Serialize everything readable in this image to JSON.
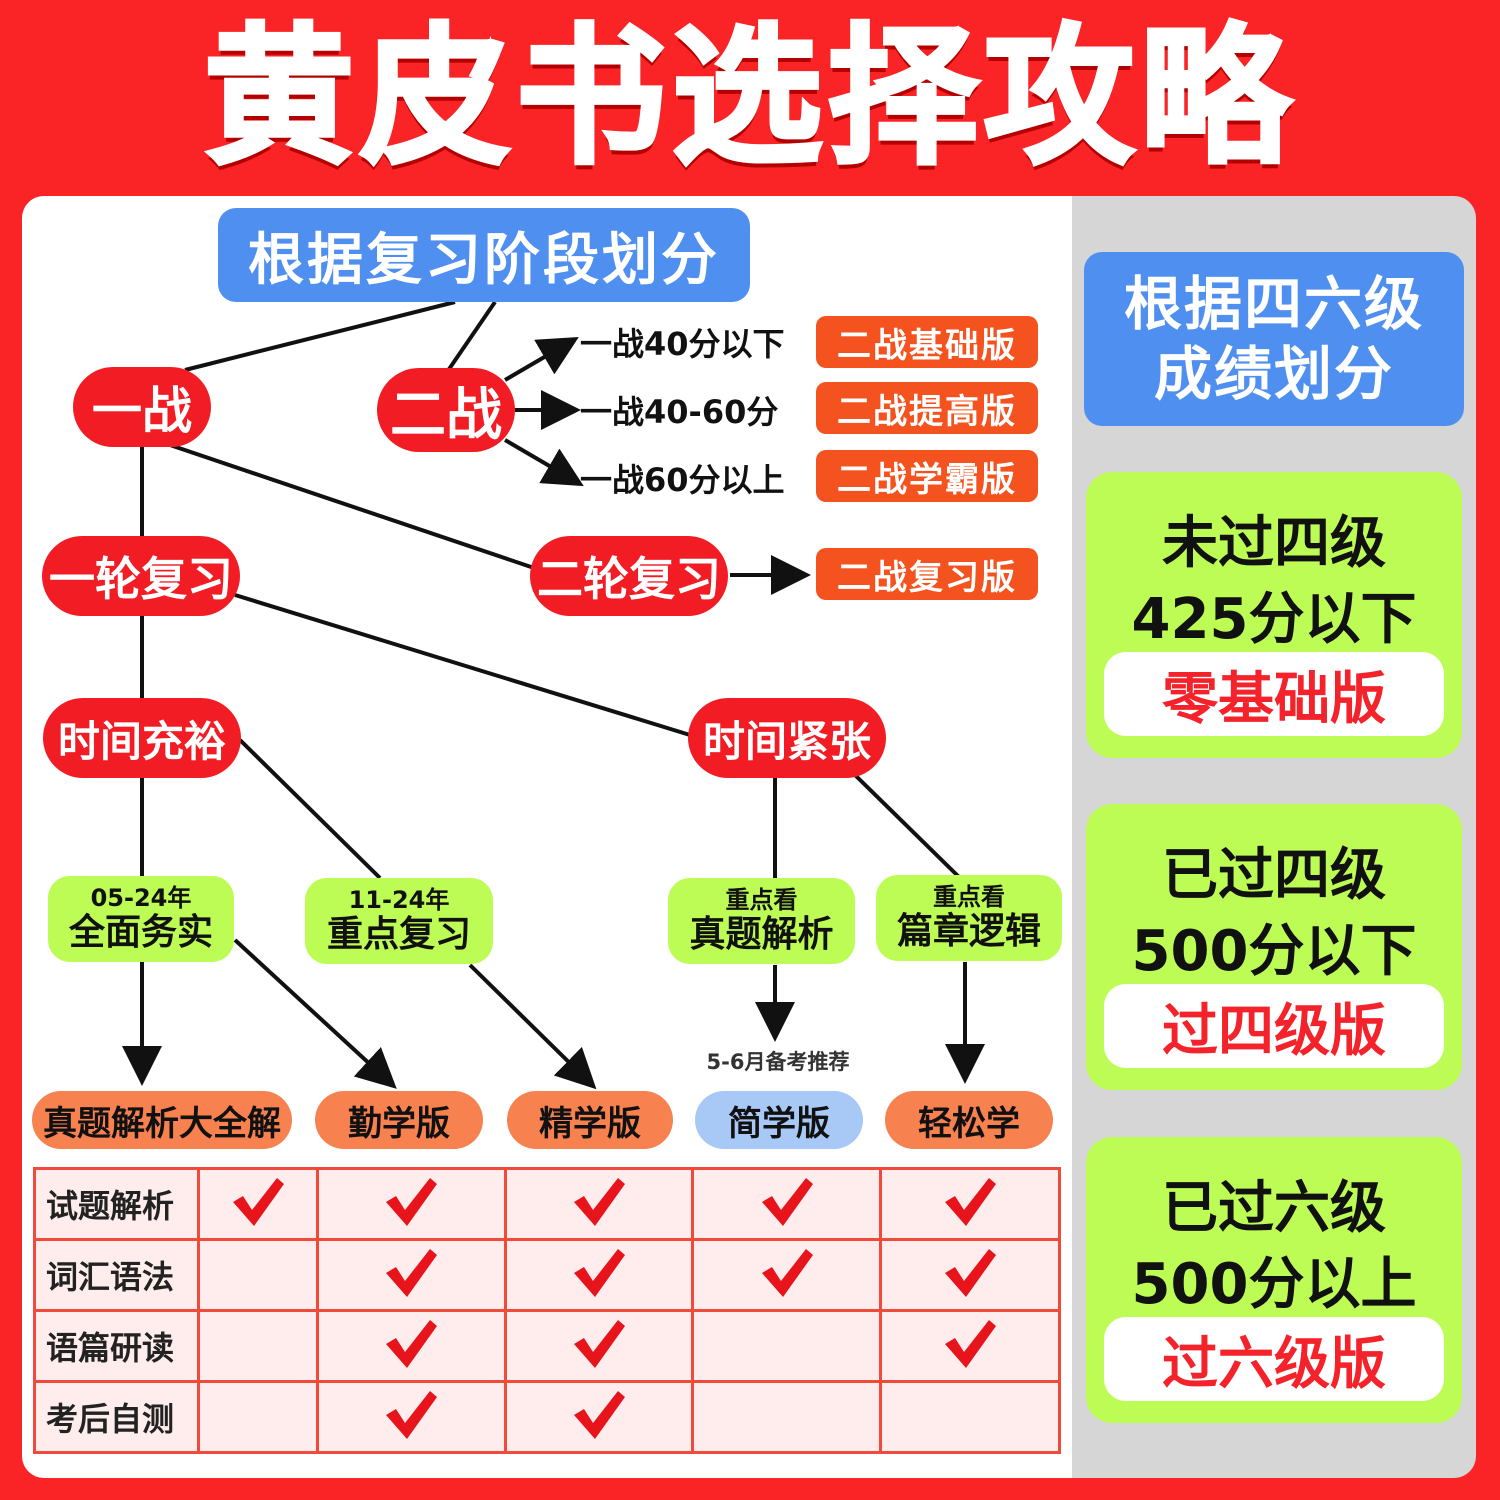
{
  "title": "黄皮书选择攻略",
  "left": {
    "header": "根据复习阶段划分",
    "nodes": {
      "first_attempt": "一战",
      "second_attempt": "二战",
      "first_round": "一轮复习",
      "second_round": "二轮复习",
      "ample_time": "时间充裕",
      "tight_time": "时间紧张"
    },
    "second_attempt_branches": [
      {
        "condition": "一战40分以下",
        "edition": "二战基础版"
      },
      {
        "condition": "一战40-60分",
        "edition": "二战提高版"
      },
      {
        "condition": "一战60分以上",
        "edition": "二战学霸版"
      }
    ],
    "second_round_edition": "二战复习版",
    "study_modes": [
      {
        "small": "05-24年",
        "big": "全面务实"
      },
      {
        "small": "11-24年",
        "big": "重点复习"
      },
      {
        "small": "重点看",
        "big": "真题解析"
      },
      {
        "small": "重点看",
        "big": "篇章逻辑"
      }
    ],
    "recommend_note": "5-6月备考推荐",
    "products": [
      "真题解析大全解",
      "勤学版",
      "精学版",
      "简学版",
      "轻松学"
    ],
    "features": {
      "rows": [
        {
          "label": "试题解析",
          "checks": [
            true,
            true,
            true,
            true,
            true
          ]
        },
        {
          "label": "词汇语法",
          "checks": [
            false,
            true,
            true,
            true,
            true
          ]
        },
        {
          "label": "语篇研读",
          "checks": [
            false,
            true,
            true,
            false,
            true
          ]
        },
        {
          "label": "考后自测",
          "checks": [
            false,
            true,
            true,
            false,
            false
          ]
        }
      ]
    }
  },
  "right": {
    "header_line1": "根据四六级",
    "header_line2": "成绩划分",
    "cards": [
      {
        "line1": "未过四级",
        "line2": "425分以下",
        "edition": "零基础版"
      },
      {
        "line1": "已过四级",
        "line2": "500分以下",
        "edition": "过四级版"
      },
      {
        "line1": "已过六级",
        "line2": "500分以上",
        "edition": "过六级版"
      }
    ]
  },
  "colors": {
    "background_red": "#fa2325",
    "node_red": "#f21d24",
    "header_blue": "#4f8ff0",
    "tag_orange": "#f4521e",
    "product_orange": "#f88150",
    "product_blue": "#a8c8f6",
    "node_green": "#bdfb55",
    "check_red": "#e8141c"
  }
}
